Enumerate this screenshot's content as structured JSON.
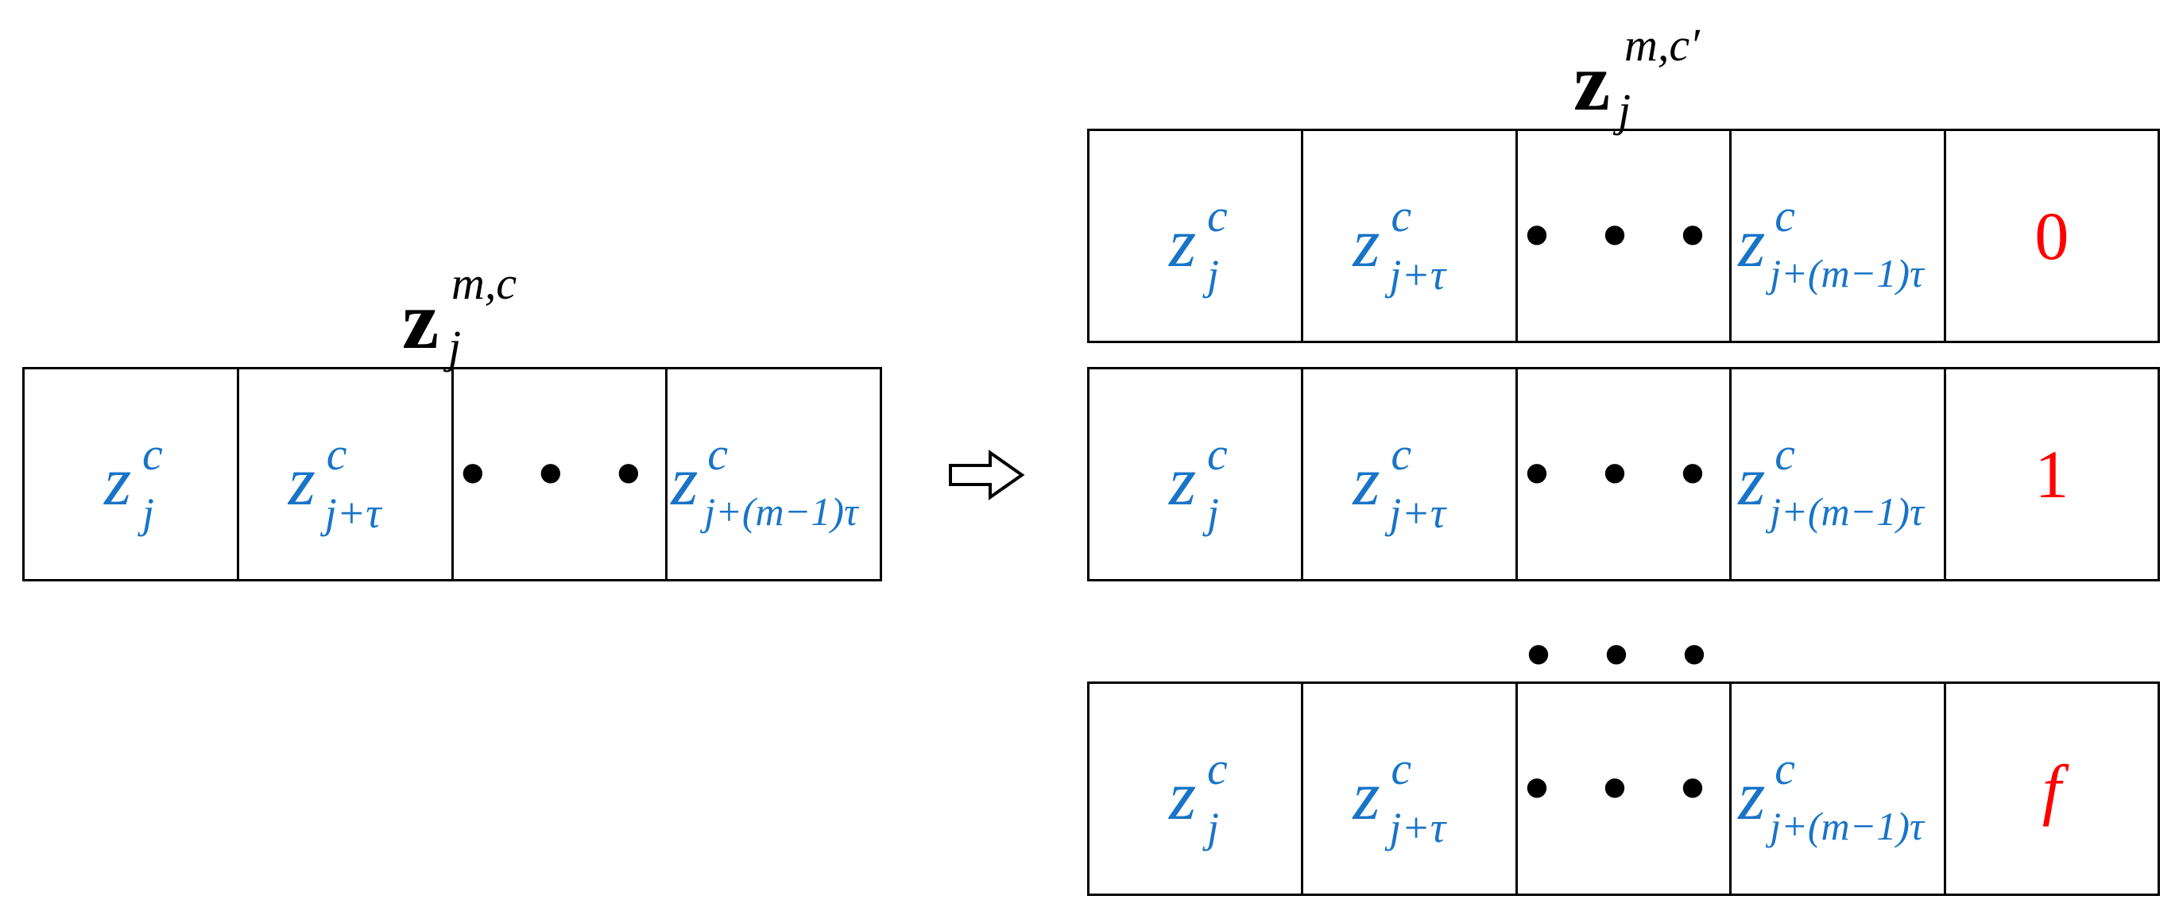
{
  "left_label": {
    "base": "z",
    "sup": "m,c",
    "sub": "j"
  },
  "right_label": {
    "base": "z",
    "sup": "m,c′",
    "sub": "j"
  },
  "cell_terms": [
    {
      "base": "z",
      "sup": "c",
      "sub": "j"
    },
    {
      "base": "z",
      "sup": "c",
      "sub": "j+τ"
    },
    {
      "ellipsis": "• • •"
    },
    {
      "base": "z",
      "sup": "c",
      "sub": "j+(m−1)τ"
    }
  ],
  "right_flags": [
    "0",
    "1",
    "f"
  ],
  "between_ellipsis": "• • •",
  "arrow_icon": "hollow-right-arrow",
  "colors": {
    "term": "#1874c8",
    "flag": "#ff0000",
    "border": "#000000"
  }
}
